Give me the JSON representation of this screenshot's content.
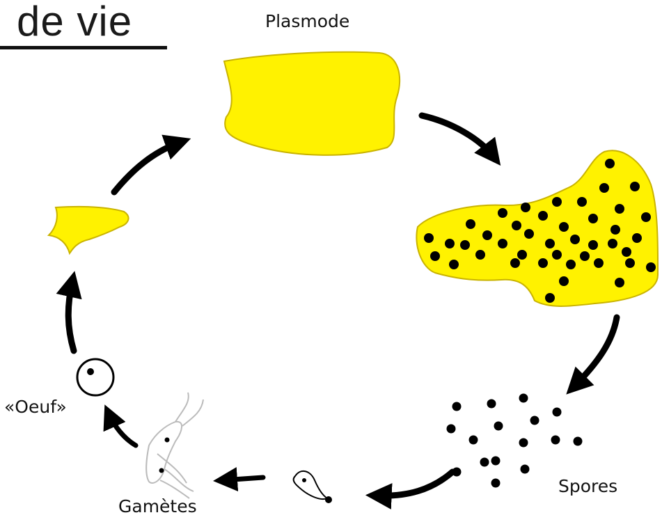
{
  "title": "de vie",
  "labels": {
    "plasmode": "Plasmode",
    "spores": "Spores",
    "oeuf": "«Oeuf»",
    "gametes": "Gamètes"
  },
  "colors": {
    "plasmode_fill": "#fff200",
    "outline": "#c9b300",
    "ink": "#000000"
  }
}
